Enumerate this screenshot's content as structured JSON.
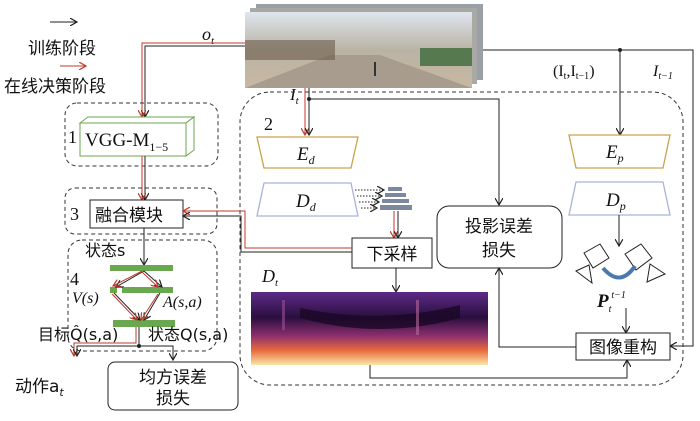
{
  "legend": {
    "training": "训练阶段",
    "online": "在线决策阶段",
    "training_color": "#222222",
    "online_color": "#c0392b"
  },
  "labels": {
    "ot": "o",
    "ot_sub": "t",
    "it": "I",
    "it_sub": "t",
    "pair": "(I",
    "pair_sub1": "t",
    "pair_mid": ",I",
    "pair_sub2": "t−1",
    "pair_end": ")",
    "it1": "I",
    "it1_sub": "t−1",
    "dt": "D",
    "dt_sub": "t",
    "pose": "P",
    "pose_sub": "t",
    "pose_sup": "t−1"
  },
  "modules": {
    "m1_num": "1",
    "vgg": "VGG-M",
    "vgg_sub": "1−5",
    "m2_num": "2",
    "m3_num": "3",
    "fusion": "融合模块",
    "m4_num": "4",
    "state_s": "状态s",
    "vs": "V(s)",
    "asa": "A(s,a)",
    "target_q": "目标Q̂(s,a)",
    "state_q": "状态Q(s,a)",
    "action": "动作a",
    "action_sub": "t",
    "mse_1": "均方误差",
    "mse_2": "损失",
    "ed": "E",
    "ed_sub": "d",
    "dd": "D",
    "dd_sub": "d",
    "ep": "E",
    "ep_sub": "p",
    "dp": "D",
    "dp_sub": "p",
    "downsample": "下采样",
    "proj_1": "投影误差",
    "proj_2": "损失",
    "recon": "图像重构"
  },
  "colors": {
    "red": "#c0392b",
    "green": "#6aa84f",
    "gold": "#c9a34a",
    "lav": "#a9b3d9",
    "stack": "#7d879e",
    "blue": "#4a79b0"
  }
}
